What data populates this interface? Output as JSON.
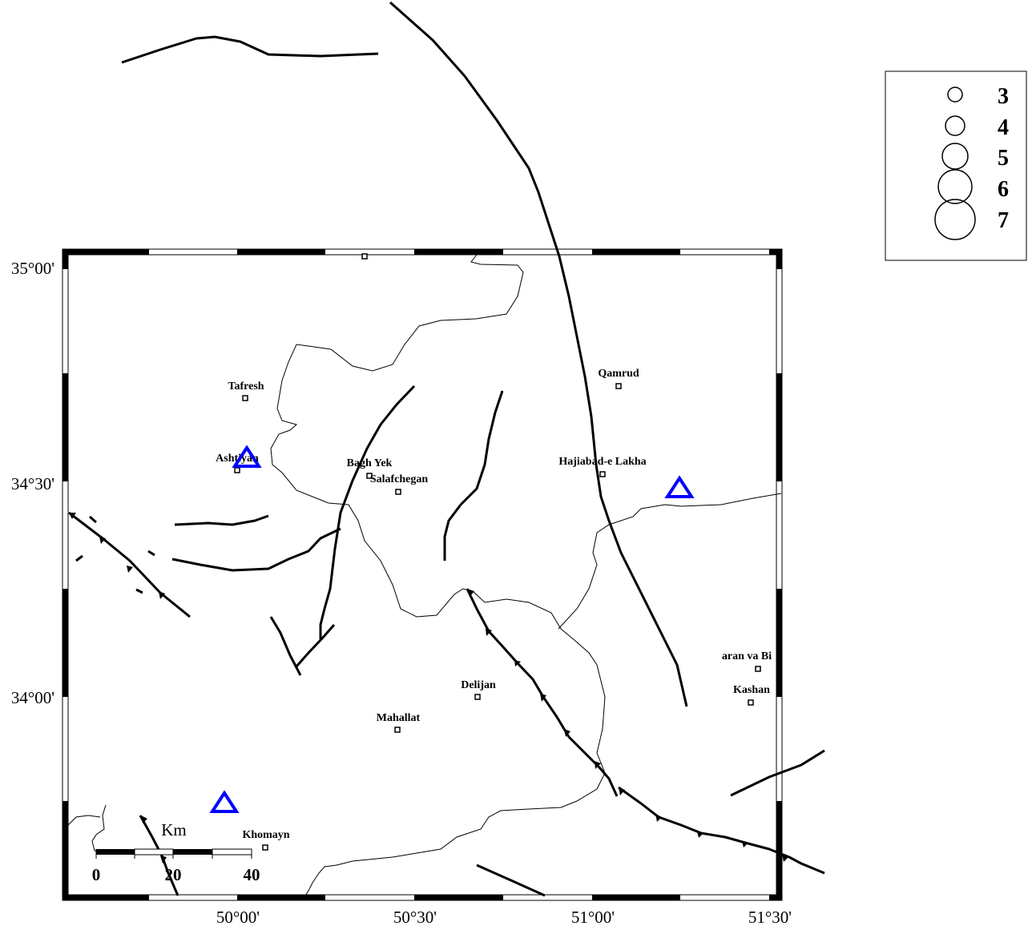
{
  "axes": {
    "x_ticks": [
      "50°00'",
      "50°30'",
      "51°00'",
      "51°30'"
    ],
    "y_ticks": [
      "35°00'",
      "34°30'",
      "34°00'"
    ]
  },
  "towns": [
    {
      "name": "Tafresh"
    },
    {
      "name": "Ashtiyan"
    },
    {
      "name": "Bagh Yek"
    },
    {
      "name": "Salafchegan"
    },
    {
      "name": "Qamrud"
    },
    {
      "name": "Hajiabad-e Lakha"
    },
    {
      "name": "Delijan"
    },
    {
      "name": "Mahallat"
    },
    {
      "name": "Khomayn"
    },
    {
      "name": "aran va Bi"
    },
    {
      "name": "Kashan"
    },
    {
      "name": ""
    }
  ],
  "stations": [
    {
      "symbol": "triangle",
      "color": "#0000ff"
    },
    {
      "symbol": "triangle",
      "color": "#0000ff"
    },
    {
      "symbol": "triangle",
      "color": "#0000ff"
    }
  ],
  "legend": {
    "items": [
      {
        "label": "3"
      },
      {
        "label": "4"
      },
      {
        "label": "5"
      },
      {
        "label": "6"
      },
      {
        "label": "7"
      }
    ]
  },
  "scale_bar": {
    "unit": "Km",
    "labels": [
      "0",
      "20",
      "40"
    ]
  },
  "colors": {
    "fault": "#000000",
    "boundary": "#000000",
    "station": "#0000ff"
  }
}
